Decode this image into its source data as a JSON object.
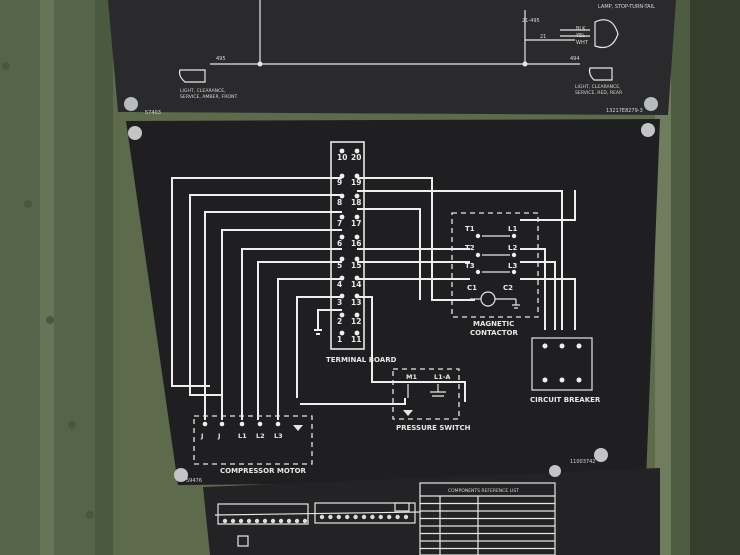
{
  "top_plate": {
    "left_caption": "LIGHT, CLEARANCE,\nSERVICE, AMBER, FRONT",
    "right_caption": "LIGHT, CLEARANCE,\nSERVICE, RED, REAR",
    "lamp_label": "LAMP, STOP-TURN-TAIL",
    "wire_left": "495",
    "wire_right": "494",
    "wire_mid": "21",
    "wire_top": "21-495",
    "wire_blk": "BLK",
    "wire_yel": "YEL",
    "wire_wht": "WHT",
    "part_left": "57403",
    "part_right": "13217E8279-3"
  },
  "main_plate": {
    "terminal_board_label": "TERMINAL BOARD",
    "terminal_left": [
      "10",
      "9",
      "8",
      "7",
      "6",
      "5",
      "4",
      "3",
      "2",
      "1"
    ],
    "terminal_right": [
      "20",
      "19",
      "18",
      "17",
      "16",
      "15",
      "14",
      "13",
      "12",
      "11"
    ],
    "magnetic_contactor_label": "MAGNETIC\nCONTACTOR",
    "contactor_terms_left": [
      "T1",
      "T2",
      "T3",
      "C1"
    ],
    "contactor_terms_right": [
      "L1",
      "L2",
      "L3",
      "C2"
    ],
    "circuit_breaker_label": "CIRCUIT BREAKER",
    "pressure_switch_label": "PRESSURE SWITCH",
    "pressure_switch_terms": [
      "M1",
      "L1-A"
    ],
    "compressor_motor_label": "COMPRESSOR MOTOR",
    "motor_terms": [
      "J",
      "J",
      "L1",
      "L2",
      "L3"
    ],
    "part_left": "59476",
    "part_right": "11003742"
  },
  "bottom_plate": {
    "table_title": "COMPONENTS REFERENCE LIST"
  }
}
